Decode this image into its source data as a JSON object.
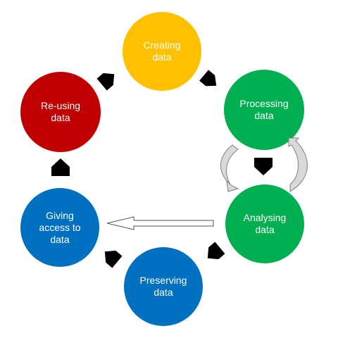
{
  "nodes": {
    "creating": {
      "label": "Creating\ndata",
      "color": "#FFC000"
    },
    "processing": {
      "label": "Processing\ndata",
      "color": "#00B050"
    },
    "analysing": {
      "label": "Analysing\ndata",
      "color": "#00B050"
    },
    "preserving": {
      "label": "Preserving\ndata",
      "color": "#0070C0"
    },
    "giving": {
      "label": "Giving\naccess to\ndata",
      "color": "#0070C0"
    },
    "reusing": {
      "label": "Re-using\ndata",
      "color": "#C00000"
    }
  },
  "colors": {
    "cycle_arrow": "#000000",
    "loop_arrow_fill": "#D9D9D9",
    "loop_arrow_stroke": "#7F7F7F",
    "hollow_arrow_stroke": "#555555"
  }
}
